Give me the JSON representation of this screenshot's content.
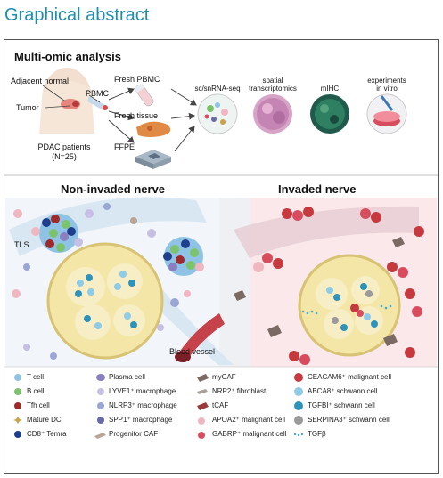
{
  "header": {
    "title": "Graphical abstract"
  },
  "multiomic": {
    "section_title": "Multi-omic analysis",
    "adjacent_normal": "Adjacent normal",
    "tumor": "Tumor",
    "pbmc": "PBMC",
    "patients": "PDAC patients",
    "patients_n": "(N=25)",
    "fresh_pbmc": "Fresh PBMC",
    "fresh_tissue": "Fresh tissue",
    "ffpe": "FFPE",
    "sc_seq": "sc/snRNA-seq",
    "spatial_1": "spatial",
    "spatial_2": "transcriptomics",
    "mihc": "mIHC",
    "exp_1": "experiments",
    "exp_2": "in vitro"
  },
  "nerves": {
    "non_invaded": "Non-invaded nerve",
    "invaded": "Invaded nerve",
    "tls": "TLS",
    "blood_vessel": "Blood vessel"
  },
  "legend": {
    "col1": [
      "T cell",
      "B cell",
      "Tfh cell",
      "Mature DC",
      "CD8⁺ Temra"
    ],
    "col2": [
      "Plasma cell",
      "LYVE1⁺ macrophage",
      "NLRP3⁺ macrophage",
      "SPP1⁺ macrophage",
      "Progenitor CAF"
    ],
    "col3": [
      "myCAF",
      "NRP2⁺ fibroblast",
      "tCAF",
      "APOA2⁺ malignant cell",
      "GABRP⁺ malignant cell"
    ],
    "col4": [
      "CEACAM6⁺ malignant cell",
      "ABCA8⁺ schwann cell",
      "TGFBI⁺ schwann cell",
      "SERPINA3⁺ schwann cell",
      "TGFβ"
    ]
  },
  "colors": {
    "title": "#1b8fb0",
    "t_cell": "#8fc3e6",
    "b_cell": "#7cc36b",
    "tfh_cell": "#9e2b2b",
    "mature_dc": "#c9a24a",
    "cd8_temra": "#1d3f8c",
    "plasma_cell": "#8a7fc0",
    "lyve1_macrophage": "#c5bfe3",
    "nlrp3_macrophage": "#9aa6d6",
    "spp1_macrophage": "#6a6aa8",
    "progenitor_caf": "#b9a596",
    "mycaf": "#7b6a63",
    "nrp2_fibroblast": "#a9a09b",
    "tcaf": "#9b3a3a",
    "apoa2_malignant": "#f1b7c0",
    "gabrp_malignant": "#d84d5e",
    "ceacam6_malignant": "#c43a3f",
    "abca8_schwann": "#8fcbe6",
    "tgfbi_schwann": "#2f93b9",
    "serpina3_schwann": "#9a9a9a",
    "tgfb": "#4aa7c8"
  }
}
